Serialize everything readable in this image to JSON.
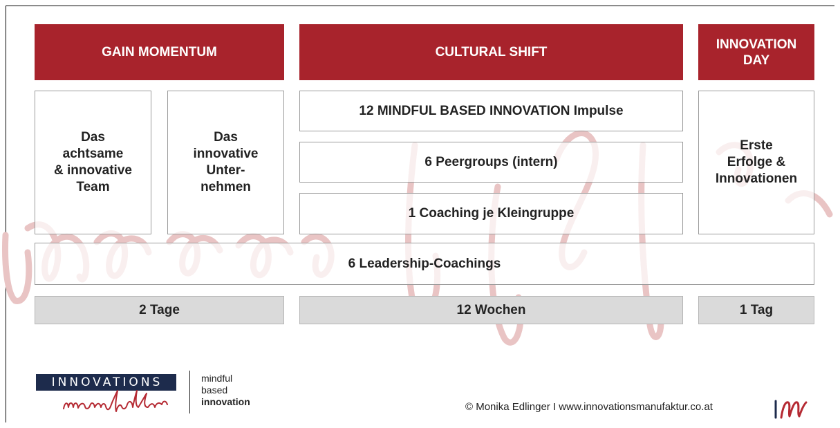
{
  "colors": {
    "header_red": "#a8232c",
    "duration_gray": "#dadada",
    "logo_navy": "#1d2b4c",
    "watermark_pink": "#e9c4c4"
  },
  "headers": {
    "gain_momentum": "GAIN MOMENTUM",
    "cultural_shift": "CULTURAL SHIFT",
    "innovation_day": "INNOVATION\nDAY"
  },
  "gain_momentum": {
    "team": "Das\nachtsame\n& innovative\nTeam",
    "company": "Das\ninnovative\nUnter-\nnehmen"
  },
  "cultural_shift": {
    "impulse": "12 MINDFUL BASED INNOVATION Impulse",
    "peergroups": "6 Peergroups (intern)",
    "coaching": "1 Coaching je Kleingruppe"
  },
  "innovation_day": {
    "results": "Erste\nErfolge &\nInnovationen"
  },
  "leadership": "6 Leadership-Coachings",
  "durations": {
    "gain_momentum": "2 Tage",
    "cultural_shift": "12 Wochen",
    "innovation_day": "1 Tag"
  },
  "footer": {
    "logo_top": "INNOVATIONS",
    "logo_script": "manufaktur",
    "tagline": [
      "mindful",
      "based",
      "innovation"
    ],
    "copyright": "©  Monika Edlinger I www.innovationsmanufaktur.co.at",
    "brand_mark_icon": "im-monogram-icon",
    "watermark": "script-watermark-icon"
  }
}
